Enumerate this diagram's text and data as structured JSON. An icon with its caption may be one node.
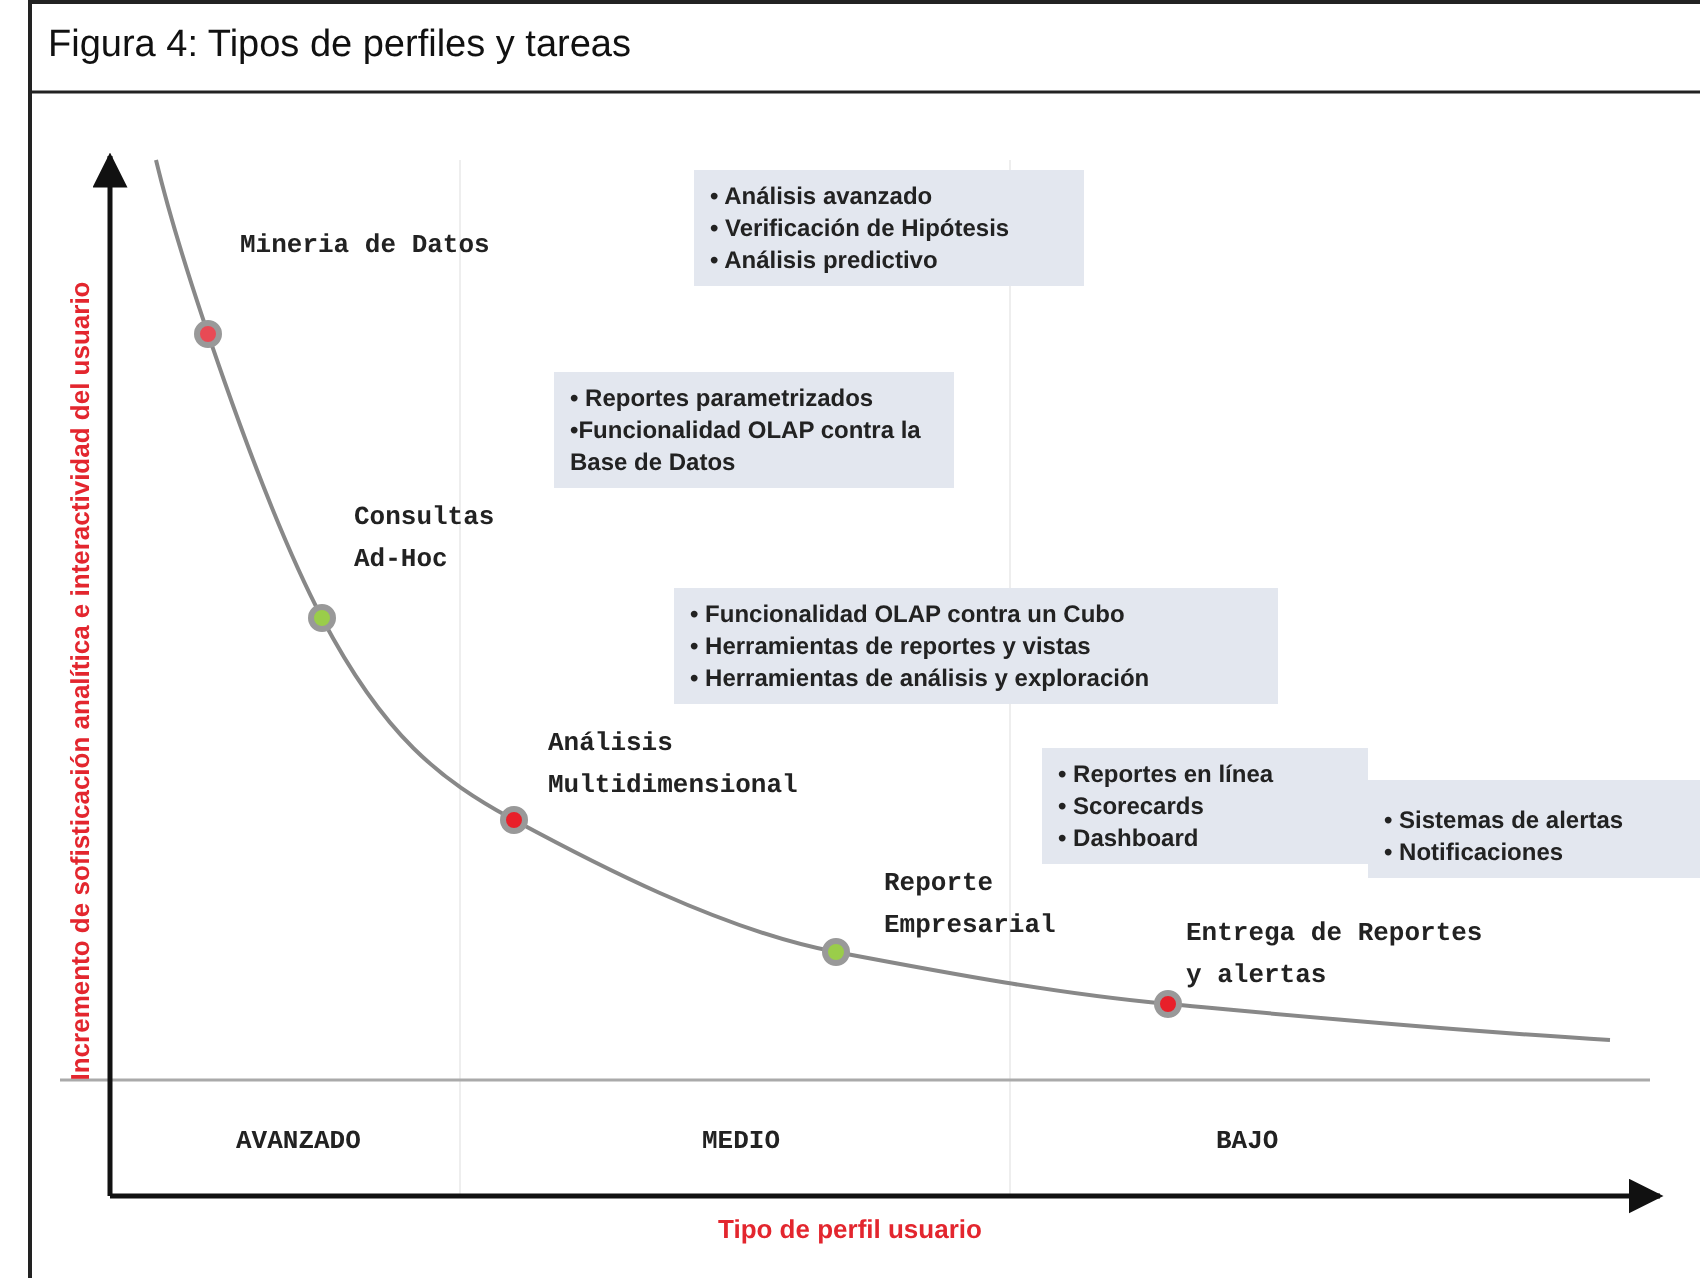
{
  "diagram": {
    "title": "Figura 4: Tipos de perfiles y tareas",
    "nodes": [
      {
        "text": [
          "• Análisis avanzado",
          "• Verificación de Hipótesis",
          "• Análisis predictivo"
        ]
      },
      {
        "text": [
          "• Reportes parametrizados",
          "•Funcionalidad OLAP contra la Base de Datos"
        ]
      },
      {
        "text": [
          "• Funcionalidad OLAP contra un Cubo",
          "• Herramientas de reportes y vistas",
          "• Herramientas de análisis y exploración"
        ]
      },
      {
        "text": [
          "• Reportes en línea",
          "• Scorecards",
          "• Dashboard"
        ]
      },
      {
        "text": [
          "• Sistemas de alertas",
          "• Notificaciones"
        ]
      }
    ],
    "labels": [
      "Incremento de sofisticación analítica e interactividad del usuario",
      "Mineria de Datos",
      "Consultas Ad-Hoc",
      "Análisis Multidimensional",
      "Reporte Empresarial",
      "Entrega de Reportes y alertas",
      "AVANZADO",
      "MEDIO",
      "BAJO",
      "Tipo de perfil usuario"
    ]
  }
}
